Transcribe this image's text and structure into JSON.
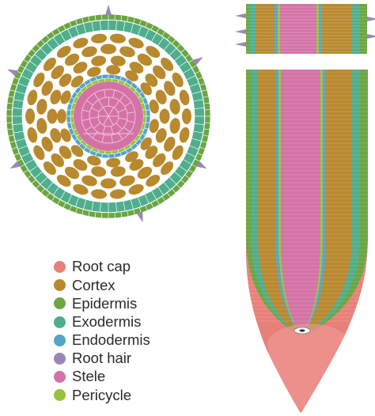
{
  "colors": {
    "root_cap": "#e8807a",
    "cortex": "#b8892e",
    "epidermis": "#6aa542",
    "exodermis": "#4fae8c",
    "endodermis": "#54a4c8",
    "root_hair": "#9a86b6",
    "stele": "#d472a6",
    "pericycle": "#98c23e",
    "cell_wall": "#ffffff"
  },
  "legend": [
    {
      "key": "root_cap",
      "label": "Root cap",
      "color": "#e8807a"
    },
    {
      "key": "cortex",
      "label": "Cortex",
      "color": "#b8892e"
    },
    {
      "key": "epidermis",
      "label": "Epidermis",
      "color": "#6aa542"
    },
    {
      "key": "exodermis",
      "label": "Exodermis",
      "color": "#4fae8c"
    },
    {
      "key": "endodermis",
      "label": "Endodermis",
      "color": "#54a4c8"
    },
    {
      "key": "root_hair",
      "label": "Root hair",
      "color": "#9a86b6"
    },
    {
      "key": "stele",
      "label": "Stele",
      "color": "#d472a6"
    },
    {
      "key": "pericycle",
      "label": "Pericycle",
      "color": "#98c23e"
    }
  ]
}
